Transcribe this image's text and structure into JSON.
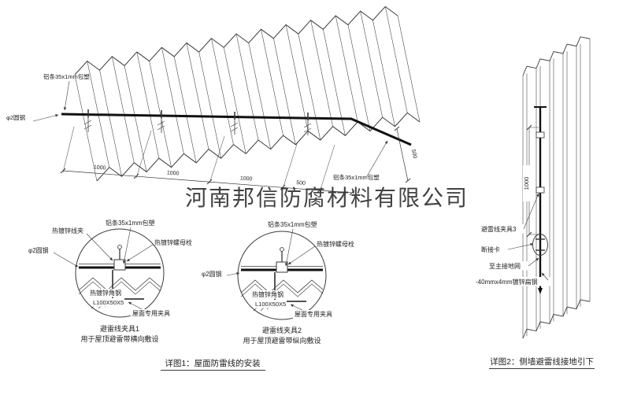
{
  "watermark": "河南邦信防腐材料有限公司",
  "colors": {
    "line": "#3a3a3a",
    "red": "#cc2222",
    "watermark": "#999999"
  },
  "roof": {
    "label_alu_left": "铝条35x1mm包塑",
    "label_alu_right": "铝条35x1mm包塑",
    "label_round_steel": "φ2圆钢",
    "dims": {
      "d1": "1000",
      "d2": "1000",
      "d3": "1000",
      "d4": "500",
      "d5": "500"
    }
  },
  "detail1": {
    "title": "避雷线夹具1",
    "subtitle": "用于屋顶避雷带横向敷设",
    "label_wire_clip": "热镀锌线夹",
    "label_alu": "铝条35x1mm包塑",
    "label_bolt": "热镀锌螺母栓",
    "label_round_steel": "φ2圆钢",
    "label_angle": "热镀锌角钢",
    "label_angle_size": "L100X50X5",
    "label_fixture": "屋面专用夹具"
  },
  "detail2": {
    "title": "避雷线夹具2",
    "subtitle": "用于屋顶避雷带纵向敷设",
    "label_alu": "铝条35x1mm包塑",
    "label_bolt": "热镀锌螺母栓",
    "label_round_steel": "φ2圆钢",
    "label_angle": "热镀锌角钢",
    "label_angle_size": "L100X50X5",
    "label_fixture": "屋面专用夹具"
  },
  "wall": {
    "dim_height": "1000",
    "label_clamp": "避雷线夹具3",
    "label_disconnect": "断接卡",
    "label_to_ground": "至主接地网",
    "label_flat_steel": "-40mmx4mm镀锌扁钢"
  },
  "captions": {
    "detail1": "详图1：屋面防雷线的安装",
    "detail2": "详图2：侧墙避雷线接地引下"
  }
}
